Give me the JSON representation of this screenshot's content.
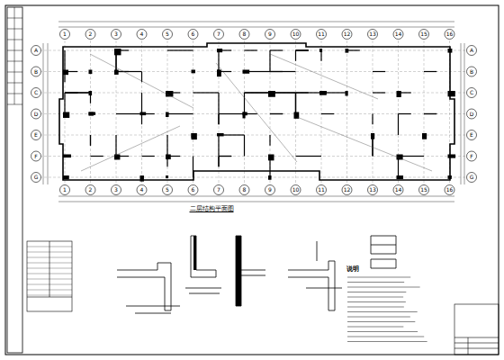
{
  "diagram": {
    "title": "二层结构平面图",
    "labels": [
      "1",
      "2",
      "3",
      "4",
      "5",
      "6",
      "7",
      "8",
      "9",
      "10",
      "11",
      "12",
      "13",
      "14",
      "15",
      "16",
      "1",
      "2",
      "3",
      "4",
      "5",
      "6",
      "7",
      "8",
      "9",
      "10",
      "11",
      "12",
      "13",
      "14",
      "15",
      "16",
      "A",
      "B",
      "C",
      "D",
      "E",
      "F",
      "G",
      "A",
      "B",
      "C",
      "D",
      "E",
      "F",
      "G",
      "说明"
    ]
  }
}
